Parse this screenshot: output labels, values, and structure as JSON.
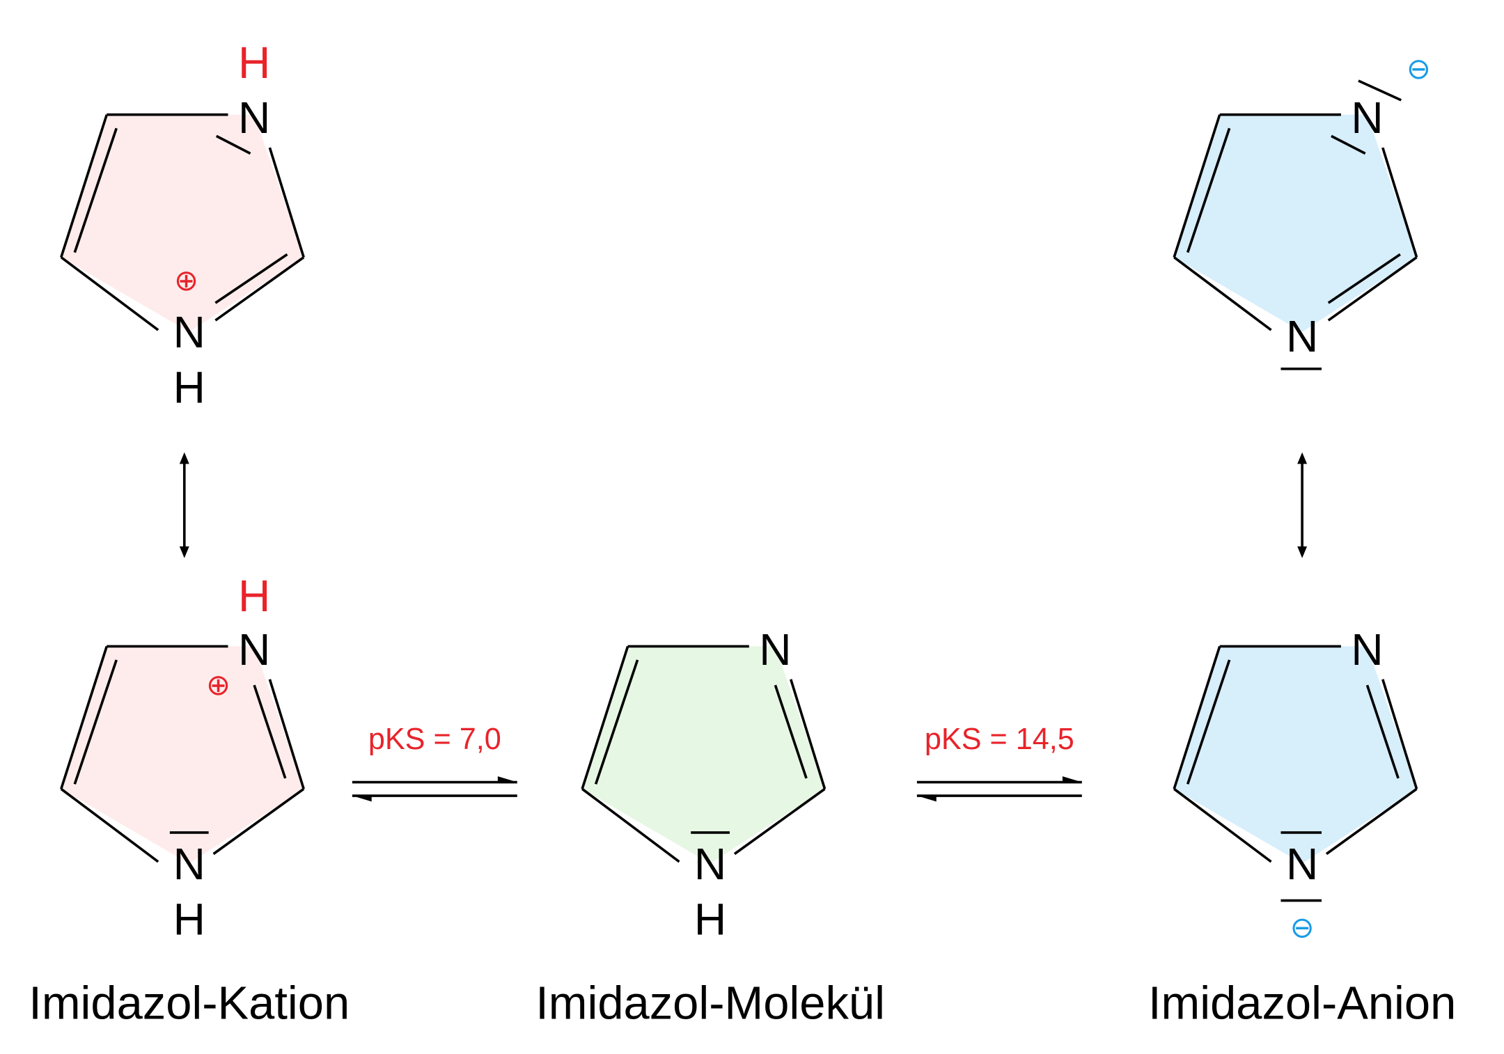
{
  "colors": {
    "cation_fill": "#fdeceb",
    "molecule_fill": "#e6f7e3",
    "anion_fill": "#d7eefb",
    "proton": "#e8232a",
    "negative_charge": "#1a9be6"
  },
  "atoms": {
    "N": "N",
    "H": "H"
  },
  "charges": {
    "plus": "⊕",
    "minus": "⊖"
  },
  "equilibria": [
    {
      "label": "pKS = 7,0"
    },
    {
      "label": "pKS = 14,5"
    }
  ],
  "species": [
    {
      "name": "Imidazol-Kation"
    },
    {
      "name": "Imidazol-Molekül"
    },
    {
      "name": "Imidazol-Anion"
    }
  ]
}
